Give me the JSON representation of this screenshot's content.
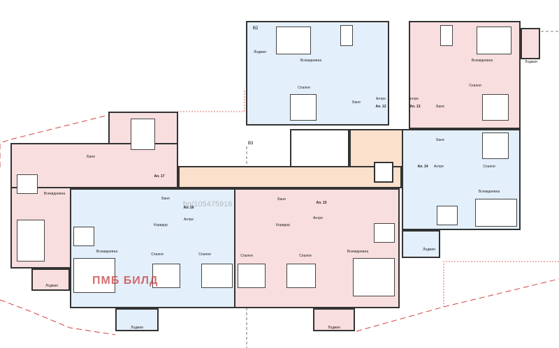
{
  "colors": {
    "apartment_blue": "#e3effa",
    "apartment_pink": "#f8dede",
    "common_area": "#fbe0cc",
    "boundary": "#d04040"
  },
  "sections": {
    "b2": "B2",
    "b3": "B3"
  },
  "watermark": {
    "company": "ПМБ БИЛД",
    "listing": "bg/105475916"
  },
  "apartments": [
    {
      "id": "ap12",
      "label": "Ап. 12",
      "rooms": [
        "Лоджия",
        "Всекидневна",
        "Спалня",
        "Баня",
        "Антре"
      ]
    },
    {
      "id": "ap13",
      "label": "Ап. 13",
      "rooms": [
        "Лоджия",
        "Всекидневна",
        "Спалня",
        "Баня",
        "Антре"
      ]
    },
    {
      "id": "ap14",
      "label": "Ап. 14",
      "rooms": [
        "Баня",
        "Антре",
        "Спалня",
        "Всекидневна",
        "Лоджия"
      ]
    },
    {
      "id": "ap15",
      "label": "Ап. 15",
      "rooms": [
        "Баня",
        "Коридор",
        "Антре",
        "Спалня",
        "Спалня",
        "Всекидневна",
        "Лоджия"
      ]
    },
    {
      "id": "ap16",
      "label": "Ап. 16",
      "rooms": [
        "Баня",
        "Коридор",
        "Антре",
        "Всекидневна",
        "Спалня",
        "Спалня",
        "Лоджия"
      ]
    },
    {
      "id": "ap17",
      "label": "Ап. 17",
      "rooms": [
        "Баня",
        "Всекидневна",
        "Лоджия"
      ]
    }
  ]
}
